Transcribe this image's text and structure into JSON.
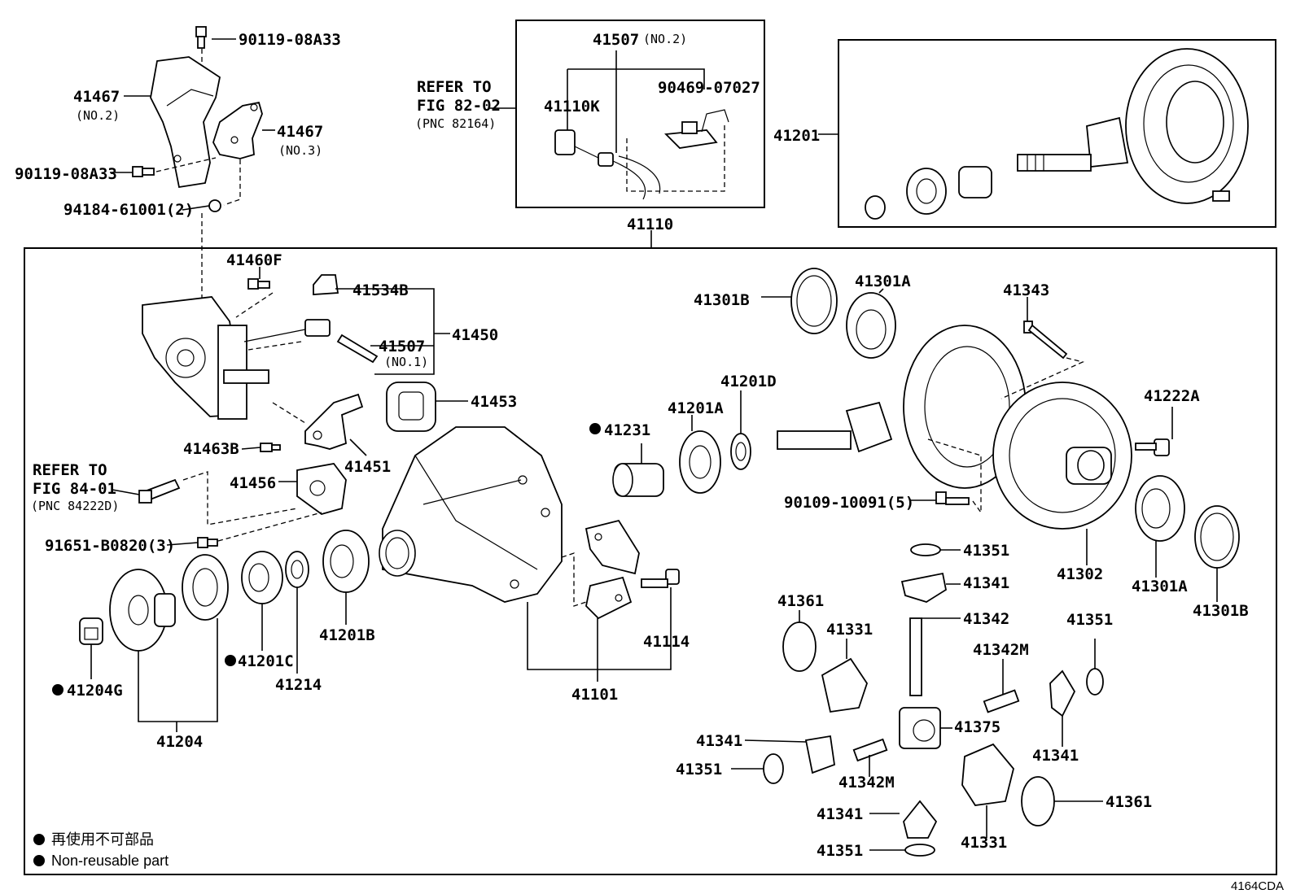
{
  "labels": {
    "p90119_top": "90119-08A33",
    "p41467_no2": "41467",
    "p41467_no2_sub": "(NO.2)",
    "p41467_no3": "41467",
    "p41467_no3_sub": "(NO.3)",
    "p90119_left": "90119-08A33",
    "p94184": "94184-61001(2)",
    "refer1_a": "REFER TO",
    "refer1_b": "FIG 82-02",
    "refer1_c": "(PNC 82164)",
    "p41507_no2": "41507",
    "p41507_no2_sub": "(NO.2)",
    "p41110k": "41110K",
    "p90469": "90469-07027",
    "p41201": "41201",
    "p41110": "41110",
    "p41460f": "41460F",
    "p41534b": "41534B",
    "p41450": "41450",
    "p41507_no1": "41507",
    "p41507_no1_sub": "(NO.1)",
    "p41453": "41453",
    "p41463b": "41463B",
    "p41451": "41451",
    "refer2_a": "REFER TO",
    "refer2_b": "FIG 84-01",
    "refer2_c": "(PNC 84222D)",
    "p41456": "41456",
    "p91651": "91651-B0820(3)",
    "p41204g": "41204G",
    "p41204": "41204",
    "p41201c": "41201C",
    "p41214": "41214",
    "p41201b": "41201B",
    "p41101": "41101",
    "p41114": "41114",
    "p41231": "41231",
    "p41201a": "41201A",
    "p41201d": "41201D",
    "p41301b_top": "41301B",
    "p41301a_top": "41301A",
    "p41343": "41343",
    "p41222a": "41222A",
    "p90109": "90109-10091(5)",
    "p41302": "41302",
    "p41301a_bot": "41301A",
    "p41301b_bot": "41301B",
    "p41351_a": "41351",
    "p41341_a": "41341",
    "p41342": "41342",
    "p41361_a": "41361",
    "p41331_a": "41331",
    "p41342m_a": "41342M",
    "p41351_b": "41351",
    "p41341_b": "41341",
    "p41375": "41375",
    "p41341_c": "41341",
    "p41351_c": "41351",
    "p41342m_b": "41342M",
    "p41341_d": "41341",
    "p41351_d": "41351",
    "p41331_b": "41331",
    "p41361_b": "41361"
  },
  "legend": {
    "line1": "再使用不可部品",
    "line2": "Non-reusable part"
  },
  "diagram_code": "4164CDA"
}
